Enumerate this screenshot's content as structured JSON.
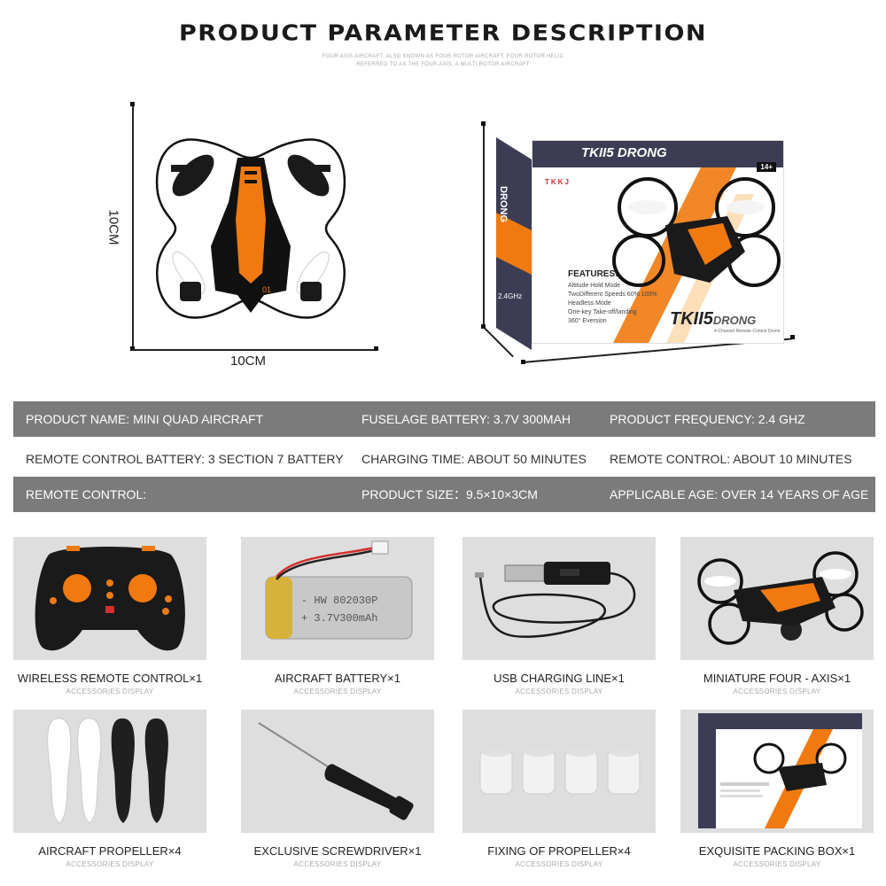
{
  "header": {
    "title": "PRODUCT PARAMETER DESCRIPTION",
    "subtitle_line1": "FOUR AXIS AIRCRAFT, ALSO KNOWN AS FOUR ROTOR AIRCRAFT, FOUR ROTOR HELIC",
    "subtitle_line2": "REFERRED TO AS THE FOUR AXIS, A MULTI ROTOR AIRCRAFT"
  },
  "dimensions": {
    "height_label": "10CM",
    "width_label": "10CM"
  },
  "drone_mark": "01",
  "box": {
    "brand": "TKII5",
    "brand_suffix": "DRONG",
    "side_brand": "DRONG",
    "maker": "TKKJ",
    "age_badge": "14+",
    "side_freq": "2.4GHz",
    "features_title": "FEATURES:",
    "features": [
      "Altitude Hold Mode",
      "TwoDifferent Speeds 60% 100%",
      "Headless Mode",
      "One-key Take-off/landing",
      "360° Eversion"
    ],
    "tagline": "4-Channel Remote Control Drone"
  },
  "specs": [
    {
      "style": "dark",
      "cells": [
        "PRODUCT NAME: MINI QUAD AIRCRAFT",
        "FUSELAGE BATTERY: 3.7V 300MAH",
        "PRODUCT FREQUENCY: 2.4 GHZ"
      ]
    },
    {
      "style": "light",
      "cells": [
        "REMOTE CONTROL BATTERY: 3 SECTION 7 BATTERY",
        "CHARGING TIME: ABOUT 50 MINUTES",
        "REMOTE CONTROL: ABOUT 10 MINUTES"
      ]
    },
    {
      "style": "dark",
      "cells": [
        "REMOTE CONTROL:",
        "PRODUCT SIZE：9.5×10×3CM",
        "APPLICABLE AGE: OVER 14 YEARS OF AGE"
      ]
    }
  ],
  "battery_text": {
    "line1": "- HW 802030P",
    "line2": "+ 3.7V300mAh"
  },
  "accessories": [
    {
      "label": "WIRELESS REMOTE CONTROL×1",
      "sub": "ACCESSORIES DISPLAY",
      "icon": "remote-control"
    },
    {
      "label": "AIRCRAFT BATTERY×1",
      "sub": "ACCESSORIES DISPLAY",
      "icon": "battery"
    },
    {
      "label": "USB CHARGING LINE×1",
      "sub": "ACCESSORIES DISPLAY",
      "icon": "usb-cable"
    },
    {
      "label": "MINIATURE FOUR - AXIS×1",
      "sub": "ACCESSORIES DISPLAY",
      "icon": "drone"
    },
    {
      "label": "AIRCRAFT PROPELLER×4",
      "sub": "ACCESSORIES DISPLAY",
      "icon": "propellers"
    },
    {
      "label": "EXCLUSIVE SCREWDRIVER×1",
      "sub": "ACCESSORIES DISPLAY",
      "icon": "screwdriver"
    },
    {
      "label": "FIXING OF PROPELLER×4",
      "sub": "ACCESSORIES DISPLAY",
      "icon": "propeller-caps"
    },
    {
      "label": "EXQUISITE PACKING BOX×1",
      "sub": "ACCESSORIES DISPLAY",
      "icon": "packing-box"
    }
  ]
}
